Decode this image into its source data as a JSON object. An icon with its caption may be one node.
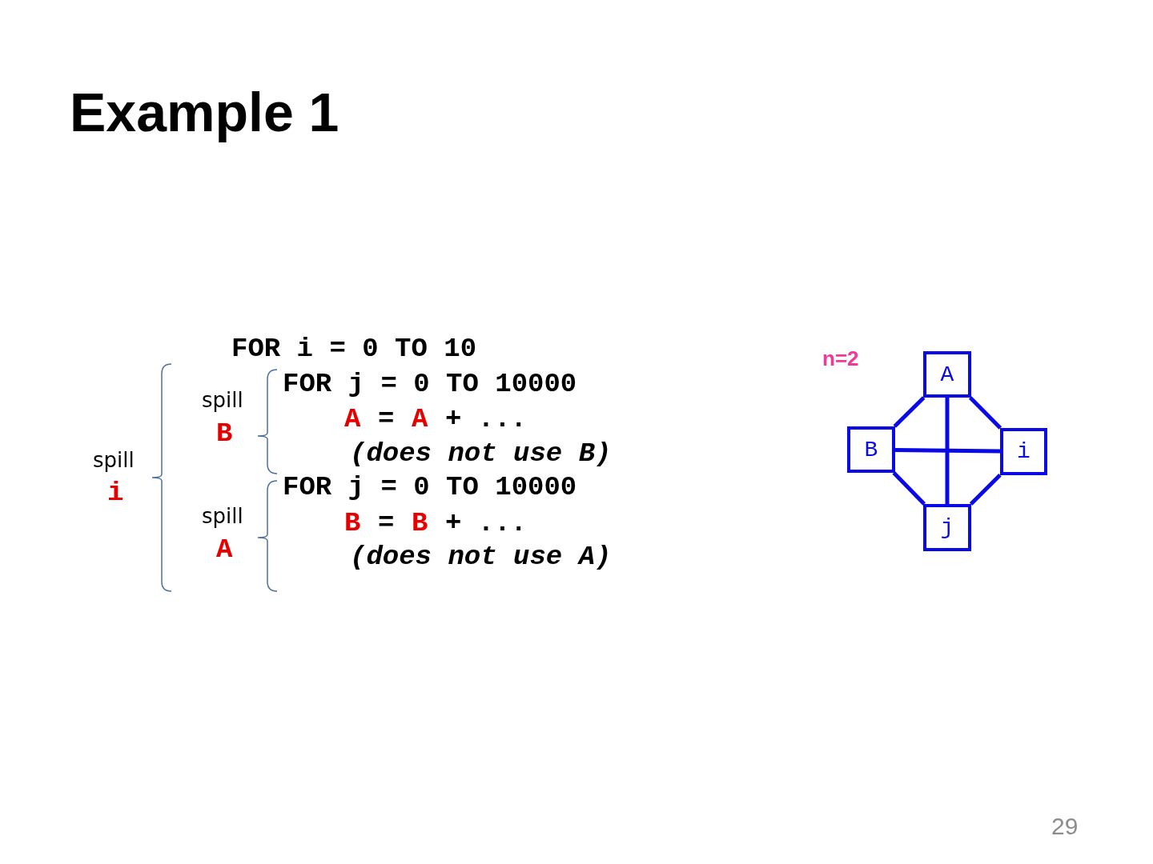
{
  "diagram": {
    "title": "Example 1",
    "nodes": [
      {
        "text": [
          "A"
        ]
      },
      {
        "text": [
          "B"
        ]
      },
      {
        "text": [
          "i"
        ]
      },
      {
        "text": [
          "j"
        ]
      }
    ],
    "edges": [
      {
        "from": 0,
        "to": 1,
        "arrow": "none"
      },
      {
        "from": 0,
        "to": 2,
        "arrow": "none"
      },
      {
        "from": 1,
        "to": 3,
        "arrow": "none"
      },
      {
        "from": 2,
        "to": 3,
        "arrow": "none"
      },
      {
        "from": 0,
        "to": 3,
        "arrow": "none"
      },
      {
        "from": 1,
        "to": 2,
        "arrow": "none"
      }
    ],
    "labels": [
      "FOR i = 0 TO 10",
      "n=2",
      "spill",
      "FOR j = 0 TO 10000",
      "B",
      "A",
      "=",
      "A",
      "+ ...",
      "spill",
      "(does not use B)",
      "i",
      "FOR j = 0 TO 10000",
      "spill",
      "B",
      "=",
      "B",
      "+ ...",
      "A",
      "(does not use A)",
      "29"
    ]
  }
}
